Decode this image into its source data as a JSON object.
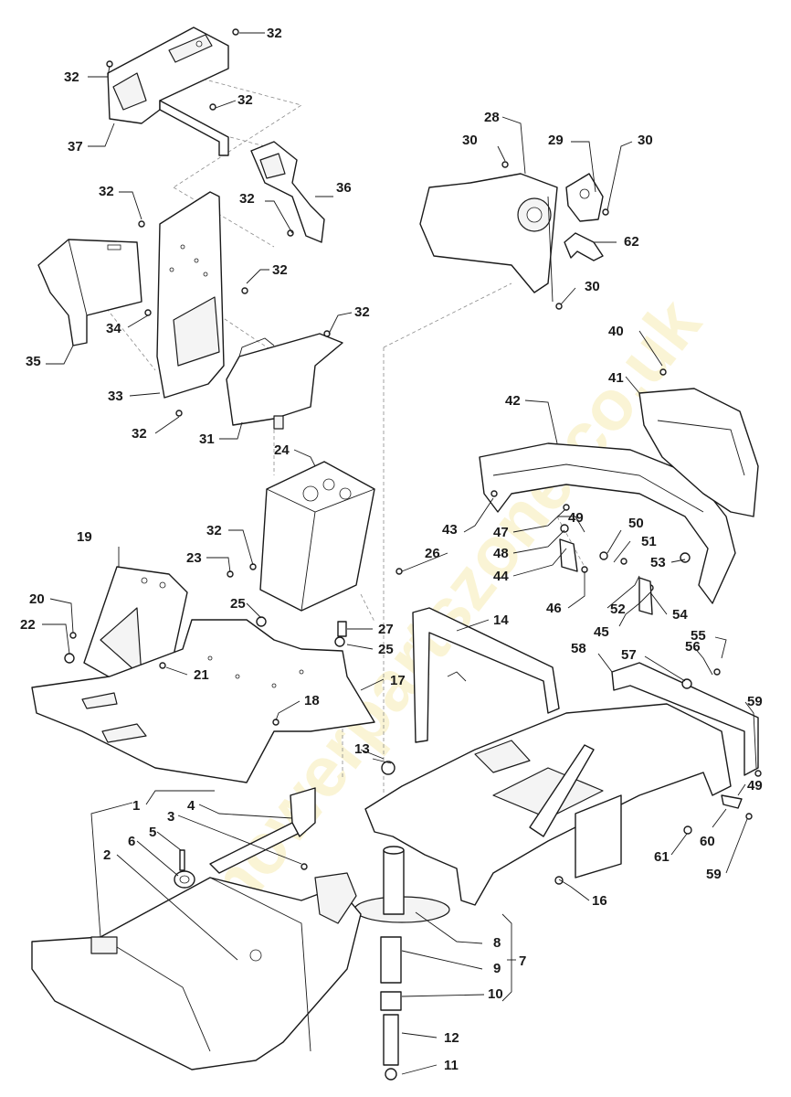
{
  "watermark": "mowerpartszone.co.uk",
  "callouts": [
    "1",
    "2",
    "3",
    "4",
    "5",
    "6",
    "7",
    "8",
    "9",
    "10",
    "11",
    "12",
    "13",
    "14",
    "16",
    "17",
    "18",
    "19",
    "20",
    "21",
    "22",
    "23",
    "24",
    "25",
    "25b",
    "26",
    "27",
    "28",
    "29",
    "30a",
    "30b",
    "30c",
    "31",
    "32a",
    "32b",
    "32c",
    "32d",
    "32e",
    "32f",
    "32g",
    "32h",
    "32i",
    "33",
    "34",
    "35",
    "36",
    "37",
    "40",
    "41",
    "42",
    "43",
    "44",
    "45",
    "46",
    "47",
    "48",
    "49a",
    "49b",
    "50",
    "51",
    "52",
    "53",
    "54",
    "55",
    "56",
    "57",
    "58",
    "59a",
    "59b",
    "60",
    "61",
    "62"
  ],
  "labels": {
    "n1": "1",
    "n2": "2",
    "n3": "3",
    "n4": "4",
    "n5": "5",
    "n6": "6",
    "n7": "7",
    "n8": "8",
    "n9": "9",
    "n10": "10",
    "n11": "11",
    "n12": "12",
    "n13": "13",
    "n14": "14",
    "n16": "16",
    "n17": "17",
    "n18": "18",
    "n19": "19",
    "n20": "20",
    "n21": "21",
    "n22": "22",
    "n23": "23",
    "n24": "24",
    "n25": "25",
    "n25b": "25",
    "n26": "26",
    "n27": "27",
    "n28": "28",
    "n29": "29",
    "n30a": "30",
    "n30b": "30",
    "n30c": "30",
    "n31": "31",
    "n32a": "32",
    "n32b": "32",
    "n32c": "32",
    "n32d": "32",
    "n32e": "32",
    "n32f": "32",
    "n32g": "32",
    "n32h": "32",
    "n32i": "32",
    "n33": "33",
    "n34": "34",
    "n35": "35",
    "n36": "36",
    "n37": "37",
    "n40": "40",
    "n41": "41",
    "n42": "42",
    "n43": "43",
    "n44": "44",
    "n45": "45",
    "n46": "46",
    "n47": "47",
    "n48": "48",
    "n49a": "49",
    "n49b": "49",
    "n50": "50",
    "n51": "51",
    "n52": "52",
    "n53": "53",
    "n54": "54",
    "n55": "55",
    "n56": "56",
    "n57": "57",
    "n58": "58",
    "n59a": "59",
    "n59b": "59",
    "n60": "60",
    "n61": "61",
    "n62": "62"
  }
}
